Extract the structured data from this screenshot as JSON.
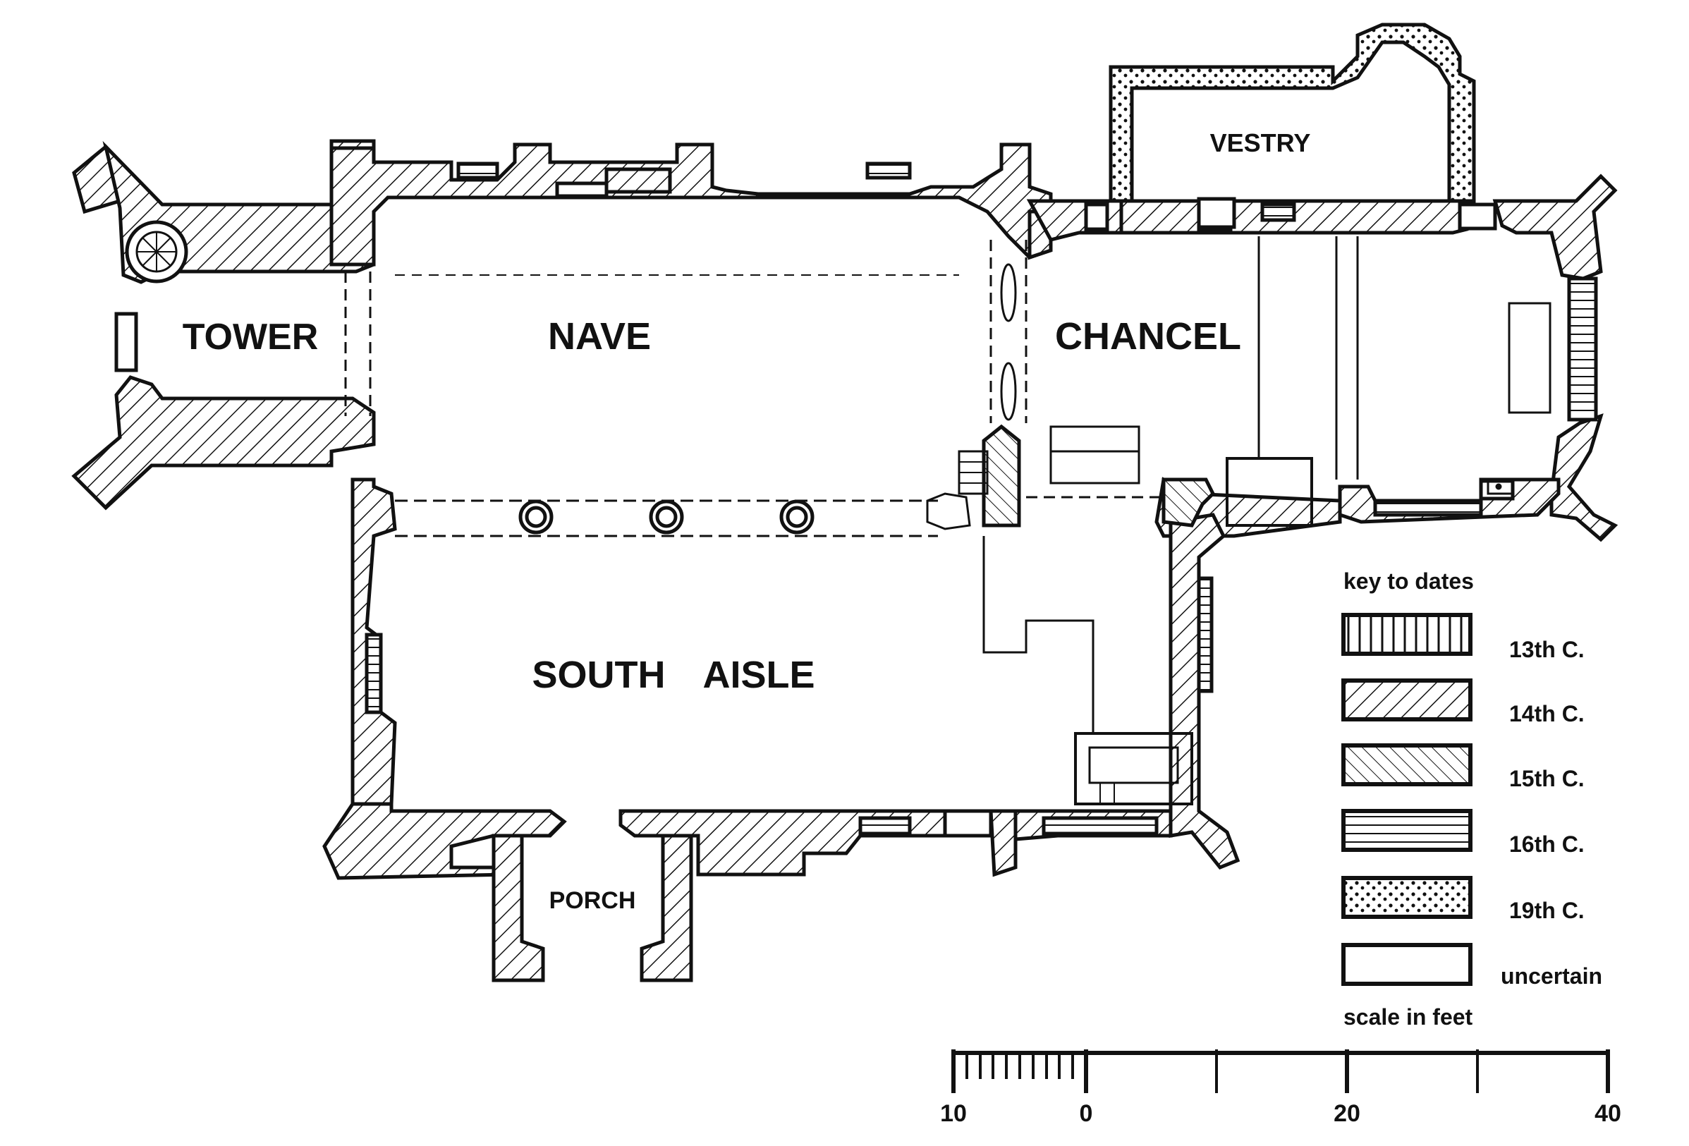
{
  "rooms": {
    "tower": "TOWER",
    "nave": "NAVE",
    "chancel": "CHANCEL",
    "vestry": "VESTRY",
    "south_aisle": "SOUTH AISLE",
    "porch": "PORCH"
  },
  "key": {
    "title": "key to dates",
    "items": [
      {
        "label": "13th C.",
        "pattern": "vertical-lines"
      },
      {
        "label": "14th C.",
        "pattern": "hatch-forward"
      },
      {
        "label": "15th C.",
        "pattern": "hatch-backward"
      },
      {
        "label": "16th C.",
        "pattern": "horizontal-lines"
      },
      {
        "label": "19th C.",
        "pattern": "dots"
      },
      {
        "label": "uncertain",
        "pattern": "none"
      }
    ]
  },
  "scale": {
    "title": "scale in feet",
    "ticks": [
      "10",
      "0",
      "20",
      "40"
    ]
  },
  "colors": {
    "ink": "#111111",
    "paper": "#ffffff"
  }
}
